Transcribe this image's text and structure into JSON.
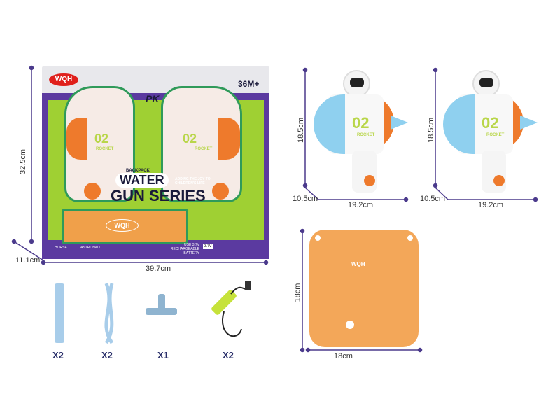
{
  "box": {
    "brand": "WQH",
    "age": "36M+",
    "pk": "PK",
    "backpack": "BACKPACK",
    "title_line1": "WATER",
    "title_line2": "GUN SERIES",
    "slogan": "ADDING THE JOY TO CHILDREN'S LIFE",
    "gun_number": "02",
    "gun_label": "ROCKET",
    "footer_item1": "HORSE",
    "footer_item2": "ASTRONAUT",
    "battery_note": "USE 3.7V RECHARGEABLE BATTERY",
    "battery_badge": "3.7V"
  },
  "dimensions": {
    "box_height": "32.5cm",
    "box_depth": "11.1cm",
    "box_width": "39.7cm",
    "gun1_height": "18.5cm",
    "gun1_depth": "10.5cm",
    "gun1_width": "19.2cm",
    "gun2_height": "18.5cm",
    "gun2_depth": "10.5cm",
    "gun2_width": "19.2cm",
    "bag_height": "18cm",
    "bag_width": "18cm"
  },
  "accessories": [
    {
      "name": "strap",
      "qty": "X2"
    },
    {
      "name": "tube",
      "qty": "X2"
    },
    {
      "name": "t-connector",
      "qty": "X1"
    },
    {
      "name": "battery-usb-cable",
      "qty": "X2"
    }
  ],
  "bag_brand": "WQH",
  "colors": {
    "dimension_line": "#4b3a8c",
    "box_green": "#9fd033",
    "box_purple": "#5b3aa0",
    "orange": "#f08a2c",
    "blue": "#7cc3e8"
  }
}
